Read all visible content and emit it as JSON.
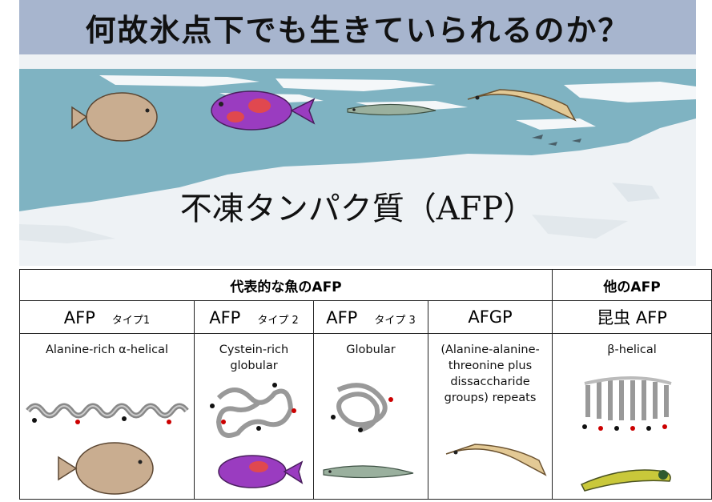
{
  "title": "何故氷点下でも生きていられるのか？",
  "subtitle": "不凍タンパク質（AFP）",
  "table": {
    "group_fish": "代表的な魚のAFP",
    "group_other": "他のAFP",
    "columns": [
      {
        "name": "AFP",
        "suffix": "タイプ1",
        "structure": "Alanine-rich α-helical",
        "organism": "flounder"
      },
      {
        "name": "AFP",
        "suffix": "タイプ 2",
        "structure": "Cystein-rich globular",
        "organism": "sea raven"
      },
      {
        "name": "AFP",
        "suffix": "タイプ 3",
        "structure": "Globular",
        "organism": "eelpout"
      },
      {
        "name": "AFGP",
        "suffix": "",
        "structure": "(Alanine-alanine-threonine plus dissaccharide groups) repeats",
        "organism": "cod"
      },
      {
        "name": "昆虫 AFP",
        "suffix": "",
        "structure": "β-helical",
        "organism": "caterpillar"
      }
    ]
  },
  "colors": {
    "title_band": "#a7b5ce",
    "sea": "#7fb3c2",
    "ice": "#eef2f5",
    "flounder": "#c9ad90",
    "raven": "#9a3cc0",
    "eel": "#9ab09e",
    "cod": "#e3c995"
  }
}
